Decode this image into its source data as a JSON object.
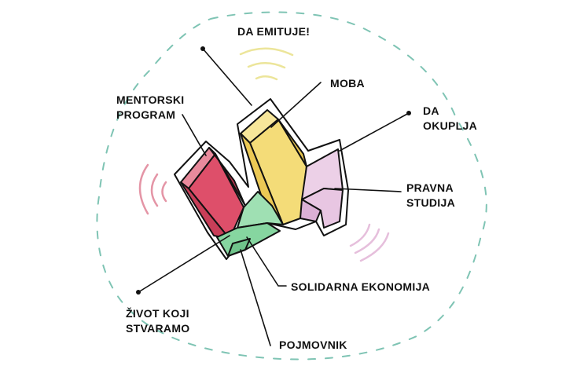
{
  "labels": {
    "da_emituje": "DA EMITUJE!",
    "moba": "MOBA",
    "mentorski_line1": "MENTORSKI",
    "mentorski_line2": "PROGRAM",
    "da_okuplja_line1": "DA",
    "da_okuplja_line2": "OKUPLJA",
    "pravna_line1": "PRAVNA",
    "pravna_line2": "STUDIJA",
    "solidarna": "SOLIDARNA EKONOMIJA",
    "zivot_line1": "ŽIVOT KOJI",
    "zivot_line2": "STVARAMO",
    "pojmovnik": "POJMOVNIK"
  },
  "colors": {
    "mentorski": "#de4f6a",
    "moba": "#f4dc78",
    "pravna": "#e8c6e2",
    "solidarna": "#86d6a0",
    "dashed_outline": "#7fc4b4",
    "waves_top": "#ece59a",
    "waves_left": "#e495a6",
    "waves_right": "#e6bfdc",
    "ink": "#111111"
  }
}
